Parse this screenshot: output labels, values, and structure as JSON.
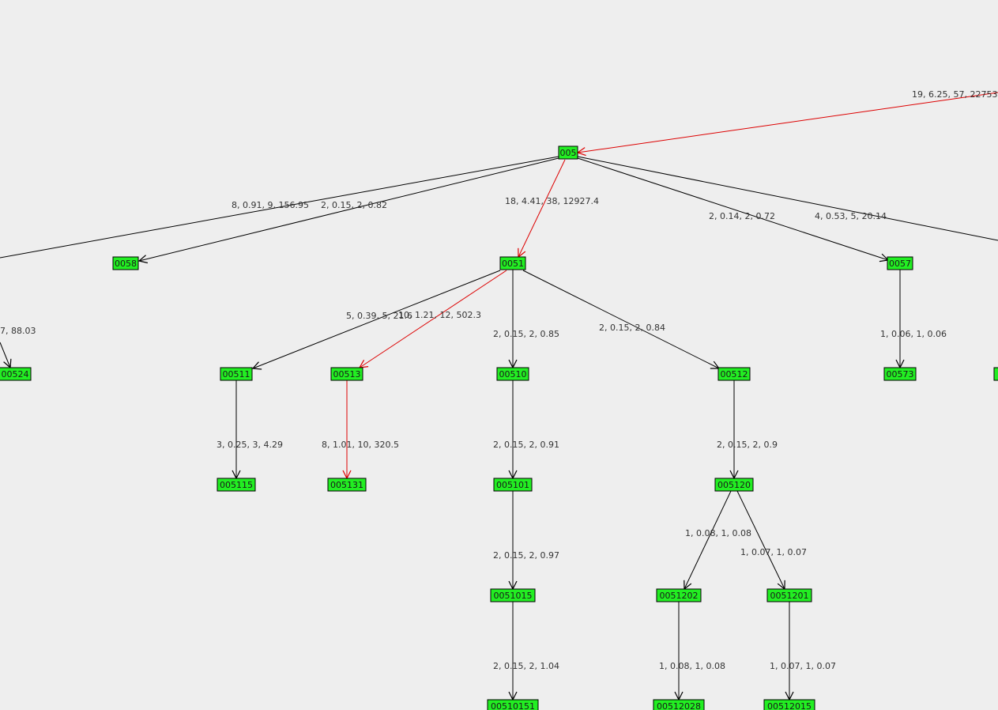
{
  "colors": {
    "background": "#eeeeee",
    "node_fill": "#22ee22",
    "node_border": "#000000",
    "edge_default": "#000000",
    "edge_highlight": "#dd0000"
  },
  "nodes": [
    {
      "id": "005",
      "label": "005"
    },
    {
      "id": "0051",
      "label": "0051"
    },
    {
      "id": "0058",
      "label": "0058"
    },
    {
      "id": "0057",
      "label": "0057"
    },
    {
      "id": "00524",
      "label": "00524"
    },
    {
      "id": "00511",
      "label": "00511"
    },
    {
      "id": "00513",
      "label": "00513"
    },
    {
      "id": "00510",
      "label": "00510"
    },
    {
      "id": "00512",
      "label": "00512"
    },
    {
      "id": "00573",
      "label": "00573"
    },
    {
      "id": "005115",
      "label": "005115"
    },
    {
      "id": "005131",
      "label": "005131"
    },
    {
      "id": "005101",
      "label": "005101"
    },
    {
      "id": "005120",
      "label": "005120"
    },
    {
      "id": "0051015",
      "label": "0051015"
    },
    {
      "id": "0051202",
      "label": "0051202"
    },
    {
      "id": "0051201",
      "label": "0051201"
    },
    {
      "id": "00510151",
      "label": "00510151"
    },
    {
      "id": "00512028",
      "label": "00512028"
    },
    {
      "id": "00512015",
      "label": "00512015"
    },
    {
      "id": "right-edge-node",
      "label": ""
    }
  ],
  "edges": [
    {
      "id": "e-in-005",
      "from": null,
      "to": "005",
      "label": "19, 6.25, 57, 22753.",
      "highlight": true
    },
    {
      "id": "e-005-left",
      "from": "005",
      "to": null,
      "label": "8, 0.91, 9, 156.95",
      "highlight": false
    },
    {
      "id": "e-005-0058",
      "from": "005",
      "to": "0058",
      "label": "2, 0.15, 2, 0.82",
      "highlight": false
    },
    {
      "id": "e-005-0051",
      "from": "005",
      "to": "0051",
      "label": "18, 4.41, 38, 12927.4",
      "highlight": true
    },
    {
      "id": "e-005-0057",
      "from": "005",
      "to": "0057",
      "label": "2, 0.14, 2, 0.72",
      "highlight": false
    },
    {
      "id": "e-005-right",
      "from": "005",
      "to": null,
      "label": "4, 0.53, 5, 20.14",
      "highlight": false
    },
    {
      "id": "e-left-00524",
      "from": null,
      "to": "00524",
      "label": "7, 88.03",
      "highlight": false
    },
    {
      "id": "e-0051-00511",
      "from": "0051",
      "to": "00511",
      "label": "5, 0.39, 5, 21.6",
      "highlight": false
    },
    {
      "id": "e-0051-00513",
      "from": "0051",
      "to": "00513",
      "label": "10, 1.21, 12, 502.3",
      "highlight": true
    },
    {
      "id": "e-0051-00510",
      "from": "0051",
      "to": "00510",
      "label": "2, 0.15, 2, 0.85",
      "highlight": false
    },
    {
      "id": "e-0051-00512",
      "from": "0051",
      "to": "00512",
      "label": "2, 0.15, 2, 0.84",
      "highlight": false
    },
    {
      "id": "e-0057-00573",
      "from": "0057",
      "to": "00573",
      "label": "1, 0.06, 1, 0.06",
      "highlight": false
    },
    {
      "id": "e-00511-005115",
      "from": "00511",
      "to": "005115",
      "label": "3, 0.25, 3, 4.29",
      "highlight": false
    },
    {
      "id": "e-00513-005131",
      "from": "00513",
      "to": "005131",
      "label": "8, 1.01, 10, 320.5",
      "highlight": true
    },
    {
      "id": "e-00510-005101",
      "from": "00510",
      "to": "005101",
      "label": "2, 0.15, 2, 0.91",
      "highlight": false
    },
    {
      "id": "e-00512-005120",
      "from": "00512",
      "to": "005120",
      "label": "2, 0.15, 2, 0.9",
      "highlight": false
    },
    {
      "id": "e-005101-0051015",
      "from": "005101",
      "to": "0051015",
      "label": "2, 0.15, 2, 0.97",
      "highlight": false
    },
    {
      "id": "e-005120-0051202",
      "from": "005120",
      "to": "0051202",
      "label": "1, 0.08, 1, 0.08",
      "highlight": false
    },
    {
      "id": "e-005120-0051201",
      "from": "005120",
      "to": "0051201",
      "label": "1, 0.07, 1, 0.07",
      "highlight": false
    },
    {
      "id": "e-0051015-00510151",
      "from": "0051015",
      "to": "00510151",
      "label": "2, 0.15, 2, 1.04",
      "highlight": false
    },
    {
      "id": "e-0051202-00512028",
      "from": "0051202",
      "to": "00512028",
      "label": "1, 0.08, 1, 0.08",
      "highlight": false
    },
    {
      "id": "e-0051201-00512015",
      "from": "0051201",
      "to": "00512015",
      "label": "1, 0.07, 1, 0.07",
      "highlight": false
    }
  ]
}
